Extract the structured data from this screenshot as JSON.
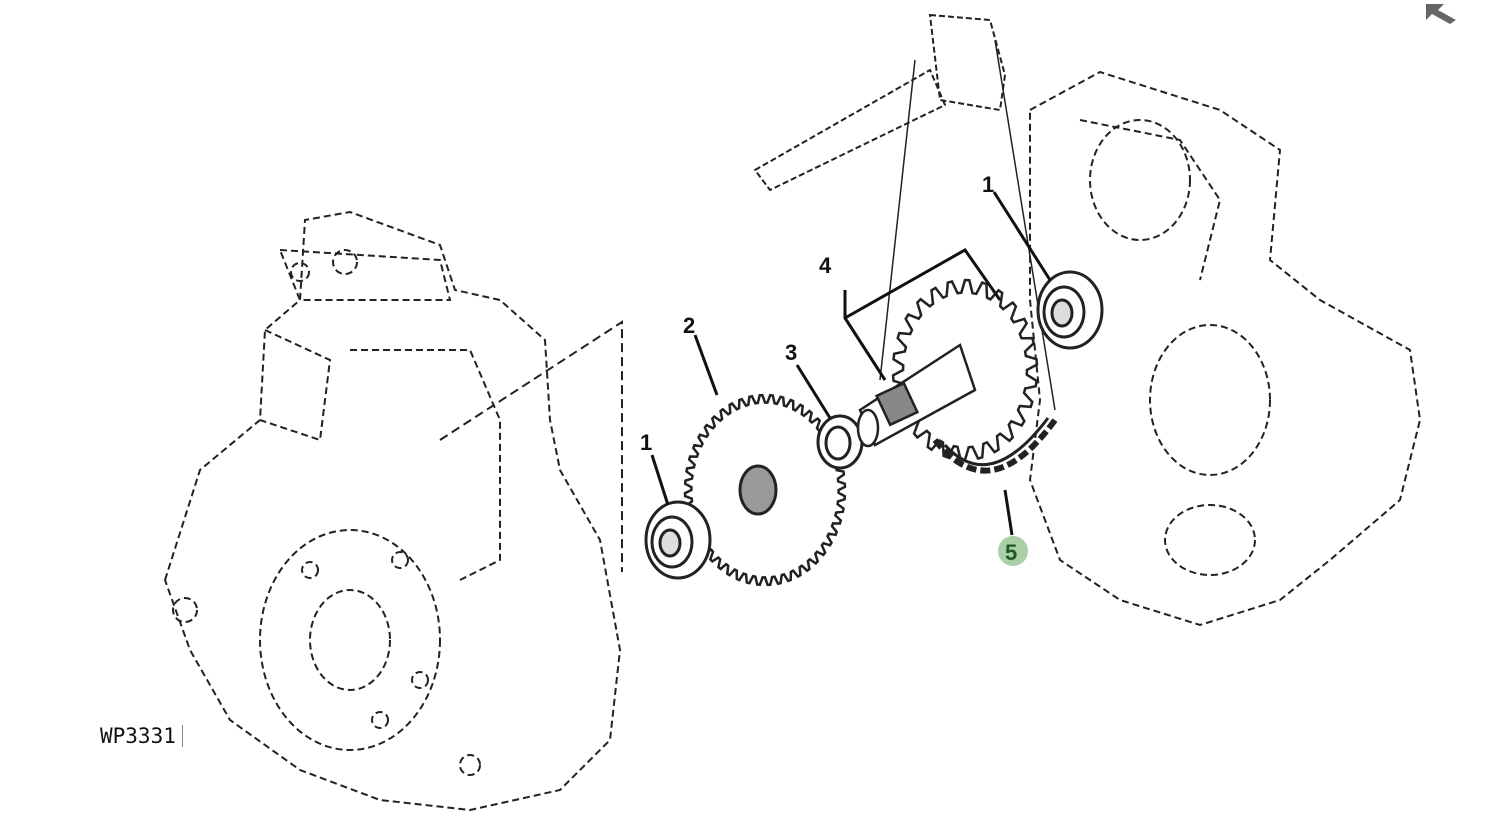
{
  "diagram": {
    "reference_code": "WP3331",
    "callouts": [
      {
        "id": "bearing-right",
        "label": "1"
      },
      {
        "id": "bearing-left",
        "label": "1"
      },
      {
        "id": "gear",
        "label": "2"
      },
      {
        "id": "washer",
        "label": "3"
      },
      {
        "id": "sprocket-shaft",
        "label": "4"
      },
      {
        "id": "chain",
        "label": "5",
        "highlighted": true
      }
    ],
    "highlight_color": "#a9cfa7",
    "highlight_text_color": "#1f5a22"
  },
  "toolbar": {
    "back_icon": "back-arrow-icon"
  }
}
